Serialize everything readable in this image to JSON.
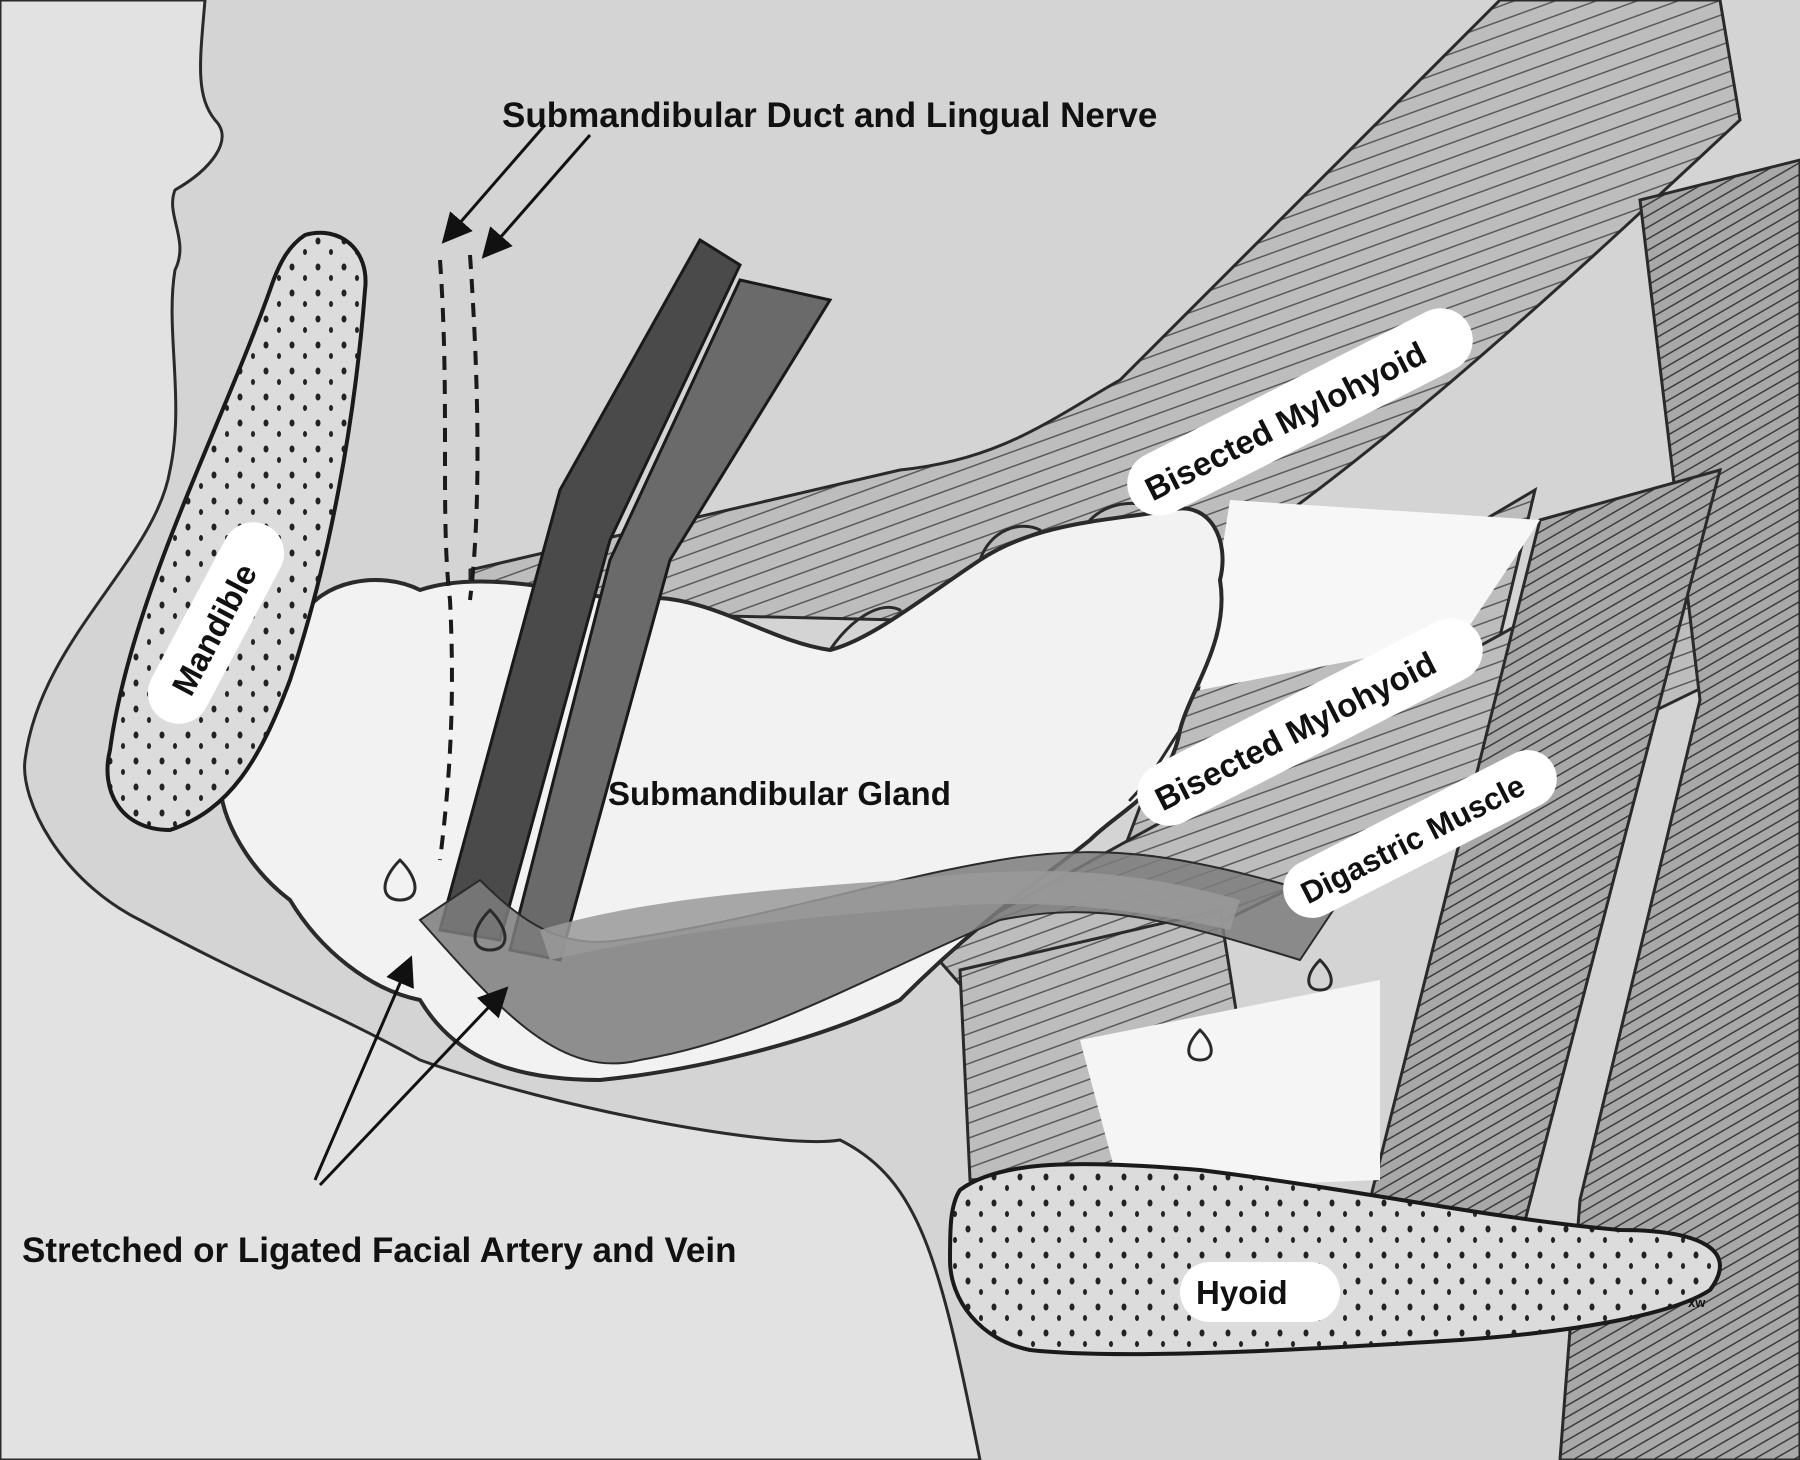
{
  "labels": {
    "duct_nerve": "Submandibular Duct and Lingual Nerve",
    "mandible": "Mandible",
    "mylohyoid_upper": "Bisected Mylohyoid",
    "mylohyoid_lower": "Bisected Mylohyoid",
    "digastric": "Digastric Muscle",
    "gland": "Submandibular Gland",
    "vessels": "Stretched or Ligated Facial Artery and Vein",
    "hyoid": "Hyoid",
    "signature": "xw"
  },
  "colors": {
    "background": "#d6d6d6",
    "skin": "#e6e6e6",
    "muscle": "#9a9a9a",
    "muscle_dark": "#3a3a3a",
    "gland": "#f0f0f0",
    "bone": "#dcdcdc",
    "vessel": "#7c7c7c",
    "ink": "#111111"
  }
}
